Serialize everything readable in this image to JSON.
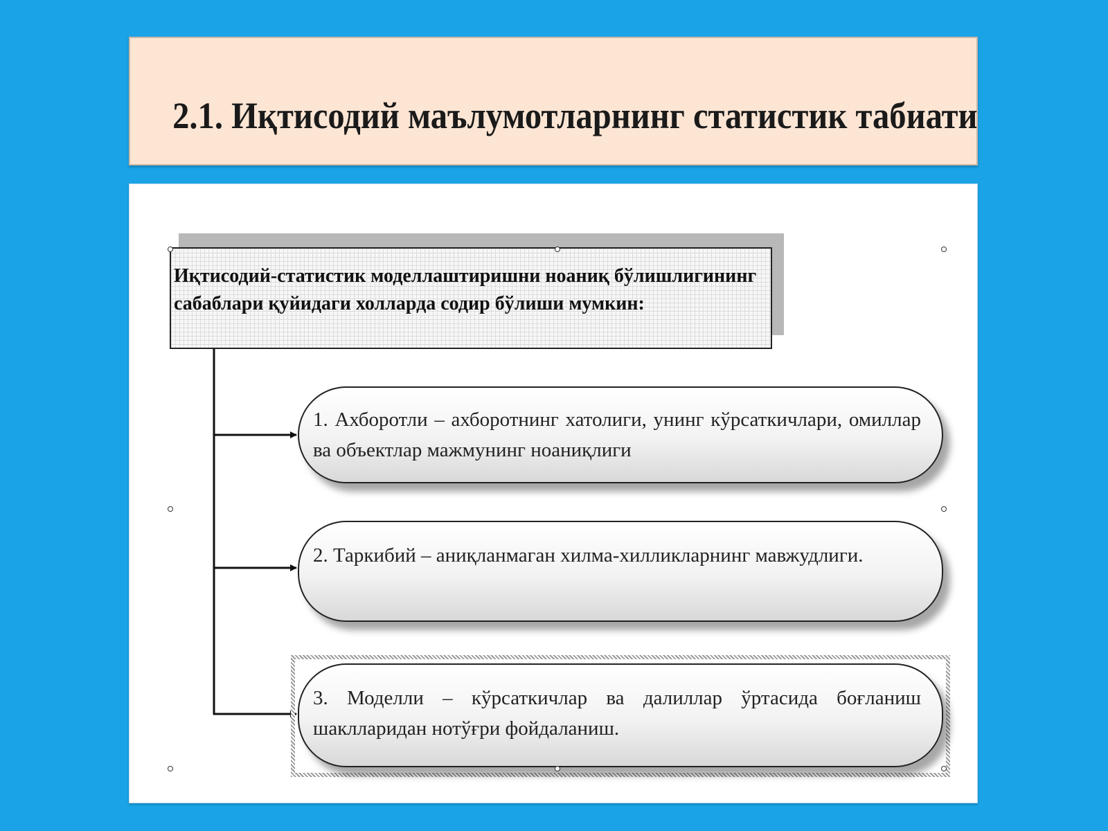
{
  "slide": {
    "title": "2.1. Иқтисодий маълумотларнинг статистик табиати"
  },
  "diagram": {
    "header": "Иқтисодий-статистик моделлаштиришни ноаниқ бўлишлигининг сабаблари қуйидаги холларда содир бўлиши мумкин:",
    "items": [
      {
        "text": "1. Ахборотли – ахборотнинг хатолиги, унинг кўрсаткичлари, омиллар ва объектлар мажмунинг ноаниқлиги"
      },
      {
        "text": "2. Таркибий – аниқланмаган хилма-хилликларнинг мавжудлиги."
      },
      {
        "text": "3. Моделли – кўрсаткичлар ва далиллар ўртасида боғланиш шаклларидан нотўғри фойдаланиш."
      }
    ]
  },
  "colors": {
    "background": "#1aa3e6",
    "title_panel": "#fde5d4",
    "content_panel": "#ffffff"
  }
}
